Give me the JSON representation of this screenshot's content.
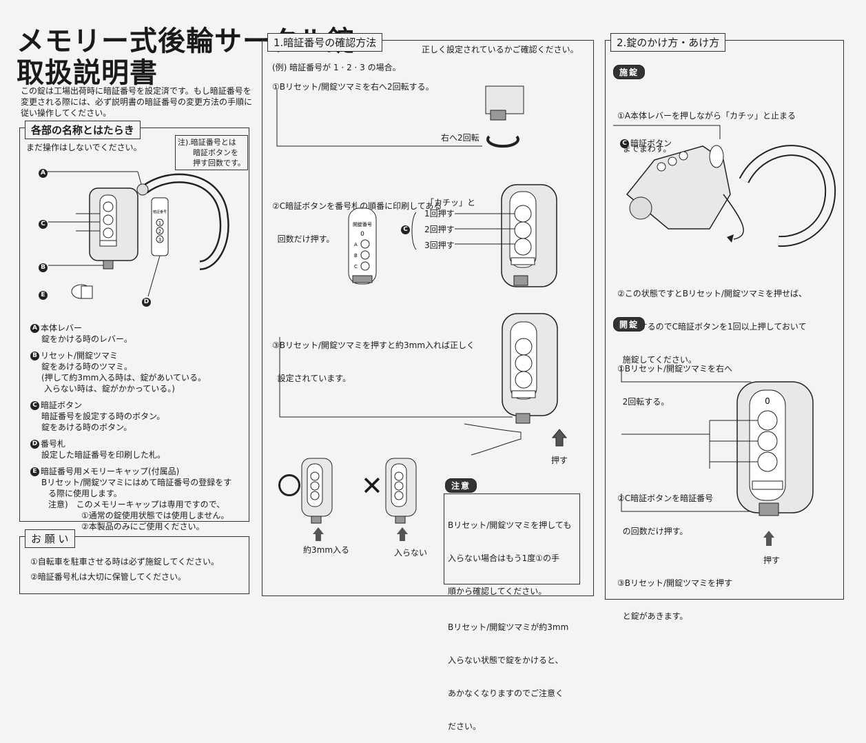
{
  "title": {
    "line1": "メモリー式後輪サークル錠",
    "line2": "取扱説明書"
  },
  "intro": [
    "この錠は工場出荷時に暗証番号を設定済です。もし暗証番号を",
    "変更される際には、必ず説明書の暗証番号の変更方法の手順に",
    "従い操作してください。"
  ],
  "parts": {
    "heading": "各部の名称とはたらき",
    "note_no_op": "まだ操作はしないでください。",
    "note_box": [
      "注).暗証番号とは",
      "　　暗証ボタンを",
      "　　押す回数です。"
    ],
    "items": [
      {
        "badge": "A",
        "name": "本体レバー",
        "lines": [
          "錠をかける時のレバー。"
        ]
      },
      {
        "badge": "B",
        "name": "リセット/開錠ツマミ",
        "lines": [
          "錠をあける時のツマミ。",
          "(押して約3mm入る時は、錠があいている。",
          " 入らない時は、錠がかかっている。)"
        ]
      },
      {
        "badge": "C",
        "name": "暗証ボタン",
        "lines": [
          "暗証番号を設定する時のボタン。",
          "錠をあける時のボタン。"
        ]
      },
      {
        "badge": "D",
        "name": "番号札",
        "lines": [
          "設定した暗証番号を印刷した札。"
        ]
      },
      {
        "badge": "E",
        "name": "暗証番号用メモリーキャップ(付属品)",
        "lines": [
          "Bリセット/開錠ツマミにはめて暗証番号の登録をす",
          "る際に使用します。",
          "注意)　このメモリーキャップは専用ですので、",
          "　　　　①通常の錠使用状態では使用しません。",
          "　　　　②本製品のみにご使用ください。"
        ]
      }
    ],
    "diagram_labels": [
      "A",
      "C",
      "B",
      "E",
      "D"
    ],
    "tag_title": "暗証番号",
    "tag_nums": [
      "1",
      "2",
      "3"
    ]
  },
  "request": {
    "heading": "お 願 い",
    "lines": [
      "①自転車を駐車させる時は必ず施錠してください。",
      "②暗証番号札は大切に保管してください。"
    ]
  },
  "check": {
    "heading": "1.暗証番号の確認方法",
    "subtitle": "正しく設定されているかご確認ください。",
    "example": "(例) 暗証番号が 1 · 2 · 3 の場合。",
    "step1": "①Bリセット/開錠ツマミを右へ2回転する。",
    "step1_caption": "右へ2回転",
    "step2": [
      "②C暗証ボタンを番号札の順番に印刷してある",
      "  回数だけ押す。"
    ],
    "kachi": "「カチッ」と",
    "press_labels": [
      "1回押す",
      "2回押す",
      "3回押す"
    ],
    "tag_title": "開錠番号",
    "tag_zero": "0",
    "tag_abc": [
      "A",
      "B",
      "C"
    ],
    "step3": [
      "③Bリセット/開錠ツマミを押すと約3mm入れば正しく",
      "  設定されています。"
    ],
    "push_label": "押す",
    "ok_caption": "約3mm入る",
    "ng_caption": "入らない",
    "caution_badge": "注意",
    "caution_lines": [
      "Bリセット/開錠ツマミを押しても",
      "入らない場合はもう1度①の手",
      "順から確認してください。",
      "Bリセット/開錠ツマミが約3mm",
      "入らない状態で錠をかけると、",
      "あかなくなりますのでご注意く",
      "ださい。"
    ]
  },
  "lock": {
    "heading": "2.錠のかけ方・あけ方",
    "lock_badge": "施錠",
    "lock_step1": [
      "①A本体レバーを押しながら「カチッ」と止まる",
      "  までまわす。"
    ],
    "button_label": "暗証ボタン",
    "lock_step2": [
      "②この状態ですとBリセット/開錠ツマミを押せば、",
      "  開錠するのでC暗証ボタンを1回以上押しておいて",
      "  施錠してください。"
    ],
    "unlock_badge": "開錠",
    "unlock_step1": [
      "①Bリセット/開錠ツマミを右へ",
      "  2回転する。"
    ],
    "unlock_step2": [
      "②C暗証ボタンを暗証番号",
      "  の回数だけ押す。"
    ],
    "unlock_step3": [
      "③Bリセット/開錠ツマミを押す",
      "  と錠があきます。"
    ],
    "push_label": "押す",
    "zero": "0"
  }
}
